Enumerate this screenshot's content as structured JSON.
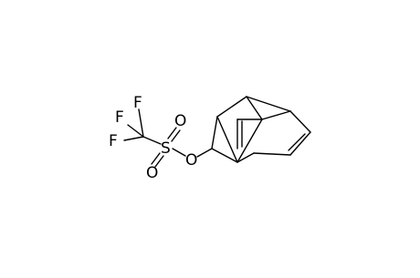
{
  "molecule": {
    "atom_labels": {
      "f1": "F",
      "f2": "F",
      "f3": "F",
      "s": "S",
      "o_top": "O",
      "o_bottom": "O",
      "o_ester": "O"
    }
  }
}
